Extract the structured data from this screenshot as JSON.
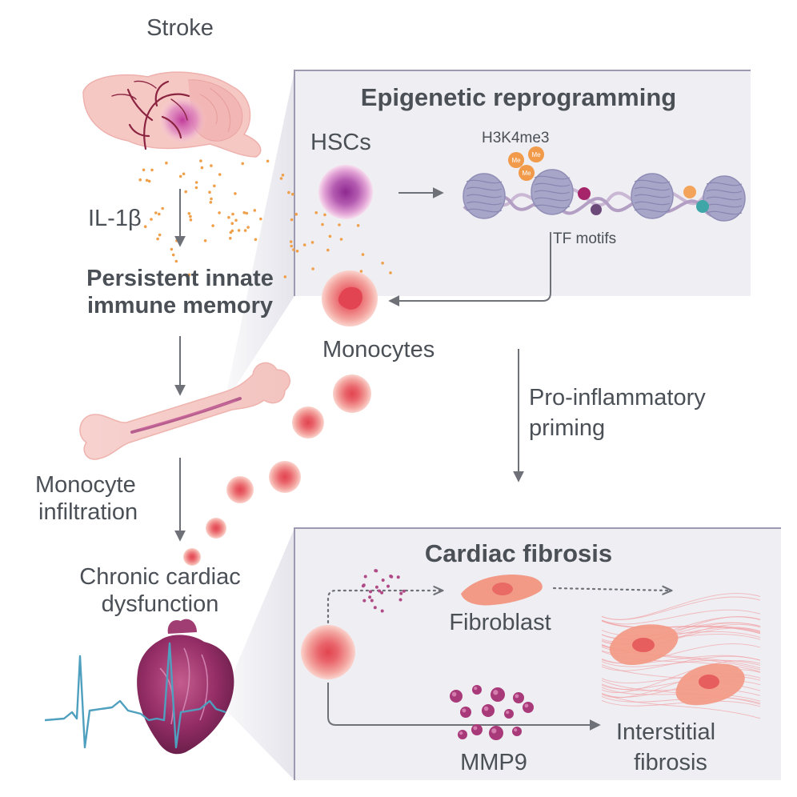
{
  "labels": {
    "stroke": "Stroke",
    "il1b": "IL-1β",
    "persistent_line1": "Persistent innate",
    "persistent_line2": "immune memory",
    "monocyte_infiltration_line1": "Monocyte",
    "monocyte_infiltration_line2": "infiltration",
    "chronic_line1": "Chronic cardiac",
    "chronic_line2": "dysfunction",
    "epigenetic_title": "Epigenetic reprogramming",
    "hscs": "HSCs",
    "h3k4me3": "H3K4me3",
    "me": "Me",
    "tf_motifs": "TF motifs",
    "monocytes": "Monocytes",
    "priming_line1": "Pro-inflammatory",
    "priming_line2": "priming",
    "cardiac_title": "Cardiac fibrosis",
    "fibroblast": "Fibroblast",
    "mmp9": "MMP9",
    "interstitial_line1": "Interstitial",
    "interstitial_line2": "fibrosis"
  },
  "icons": [
    "brain-icon",
    "bone-icon",
    "heart-icon",
    "ecg-trace-icon",
    "nucleosome-dna-icon",
    "hsc-cell-icon",
    "monocyte-cell-icon",
    "fibroblast-cell-icon",
    "fibrosis-tissue-icon",
    "mmp9-particles-icon"
  ],
  "colors": {
    "text": "#4b5057",
    "panel_fill": "#eeeef3",
    "panel_border": "#9b9ab0",
    "arrow": "#6e7177",
    "cytokine_dots": "#f0a04b",
    "monocyte": "#e8707a",
    "hsc": "#b35ab0",
    "heart": "#8a2a5a",
    "ecg": "#4f9fbf",
    "fibroblast": "#ef9480",
    "mmp9": "#a93a7a",
    "nucleosome": "#a7a6c9"
  }
}
